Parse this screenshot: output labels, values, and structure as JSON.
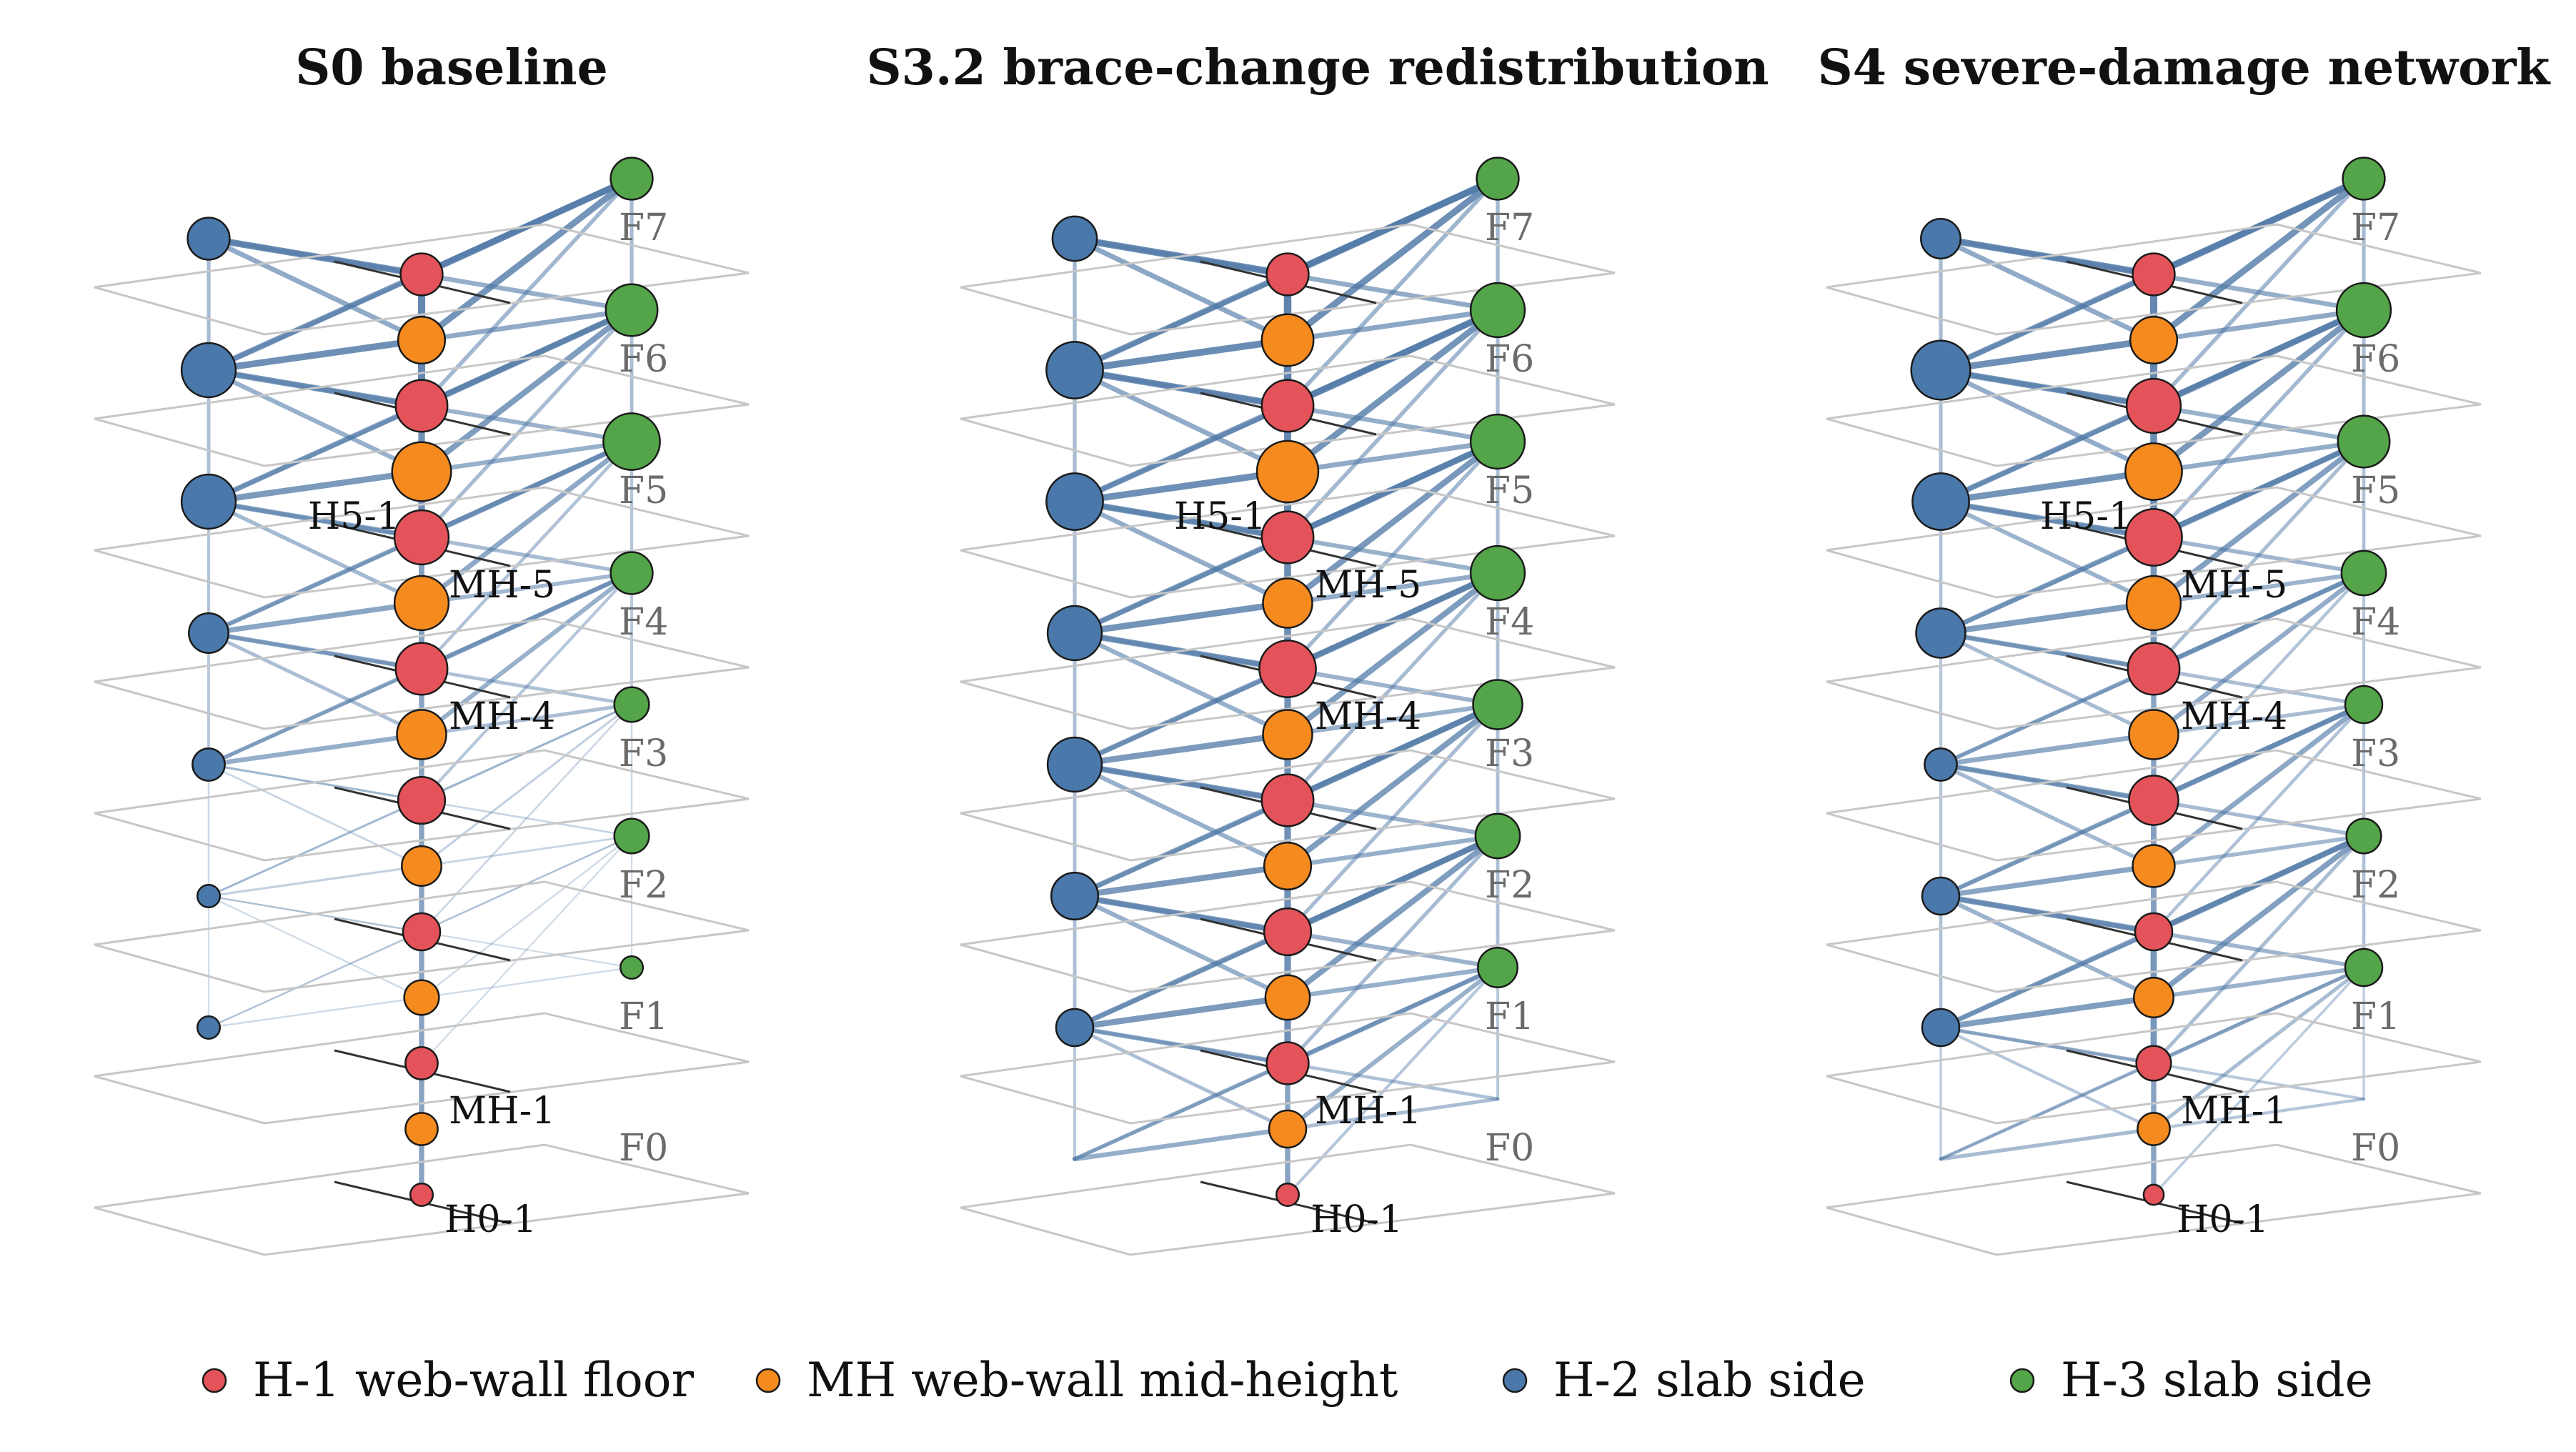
{
  "colors": {
    "H1": "#e5535a",
    "MH": "#f58a1f",
    "H2": "#4a78aa",
    "H3": "#54a449",
    "edge": "#4f78a6",
    "floor": "#c7c7c7",
    "wall": "#333333",
    "stroke": "#1a1a1a"
  },
  "floor_labels": [
    "F0",
    "F1",
    "F2",
    "F3",
    "F4",
    "F5",
    "F6",
    "F7"
  ],
  "panels": [
    {
      "title": "S0 baseline",
      "labels": {
        "h5": "H5-1",
        "mh5": "MH-5",
        "mh4": "MH-4",
        "mh1": "MH-1",
        "h0": "H0-1"
      },
      "sizes": {
        "H1": [
          0.2,
          0.4,
          0.5,
          0.7,
          0.8,
          0.85,
          0.8,
          0.6
        ],
        "MH": [
          0.4,
          0.45,
          0.55,
          0.75,
          0.85,
          0.95,
          0.7
        ],
        "H2": [
          0,
          0.2,
          0.2,
          0.4,
          0.55,
          0.85,
          0.85,
          0.6
        ],
        "H3": [
          0,
          0.2,
          0.45,
          0.45,
          0.6,
          0.9,
          0.8,
          0.6
        ]
      },
      "weights": [
        0.0,
        0.05,
        0.15,
        0.55,
        0.65,
        0.8,
        0.9
      ]
    },
    {
      "title": "S3.2 brace-change redistribution",
      "labels": {
        "h5": "H5-1",
        "mh5": "MH-5",
        "mh4": "MH-4",
        "mh1": "MH-1",
        "h0": "H0-1"
      },
      "sizes": {
        "H1": [
          0.2,
          0.6,
          0.7,
          0.8,
          0.9,
          0.8,
          0.8,
          0.6
        ],
        "MH": [
          0.5,
          0.65,
          0.7,
          0.75,
          0.75,
          1.0,
          0.8
        ],
        "H2": [
          0,
          0.5,
          0.7,
          0.85,
          0.85,
          0.9,
          0.9,
          0.65
        ],
        "H3": [
          0,
          0.55,
          0.65,
          0.75,
          0.85,
          0.85,
          0.85,
          0.6
        ]
      },
      "weights": [
        0.55,
        0.8,
        0.8,
        0.8,
        0.85,
        0.9,
        0.95
      ]
    },
    {
      "title": "S4 severe-damage network",
      "labels": {
        "h5": "H5-1",
        "mh5": "MH-5",
        "mh4": "MH-4",
        "mh1": "MH-1",
        "h0": "H0-1"
      },
      "sizes": {
        "H1": [
          0.15,
          0.45,
          0.5,
          0.75,
          0.8,
          0.9,
          0.85,
          0.6
        ],
        "MH": [
          0.4,
          0.55,
          0.6,
          0.75,
          0.85,
          0.9,
          0.7
        ],
        "H2": [
          0,
          0.5,
          0.5,
          0.4,
          0.75,
          0.9,
          0.95,
          0.55
        ],
        "H3": [
          0,
          0.5,
          0.45,
          0.5,
          0.65,
          0.8,
          0.85,
          0.6
        ]
      },
      "weights": [
        0.4,
        0.75,
        0.65,
        0.6,
        0.75,
        0.85,
        0.9
      ]
    }
  ],
  "legend": [
    {
      "label": "H-1 web-wall floor",
      "color_key": "H1"
    },
    {
      "label": "MH web-wall mid-height",
      "color_key": "MH"
    },
    {
      "label": "H-2 slab side",
      "color_key": "H2"
    },
    {
      "label": "H-3 slab side",
      "color_key": "H3"
    }
  ]
}
